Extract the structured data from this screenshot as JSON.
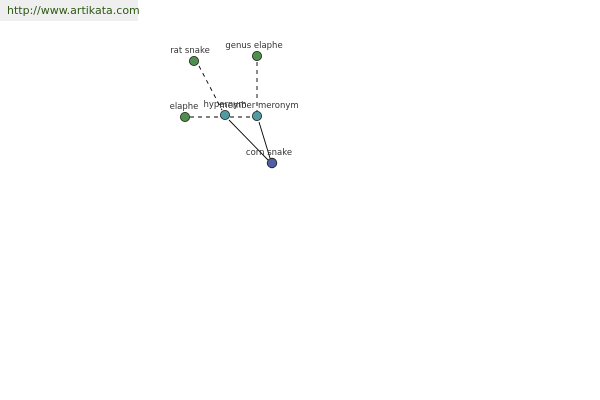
{
  "header": {
    "url": "http://www.artikata.com"
  },
  "graph": {
    "colors": {
      "leaf_node": "#4e8f4e",
      "relation_node": "#4f9aa3",
      "center_node": "#4f5fa3"
    },
    "nodes": {
      "rat_snake": {
        "label": "rat snake",
        "kind": "leaf",
        "icon": "node-dot"
      },
      "genus_elaphe": {
        "label": "genus elaphe",
        "kind": "leaf",
        "icon": "node-dot"
      },
      "elaphe": {
        "label": "elaphe",
        "kind": "leaf",
        "icon": "node-dot"
      },
      "hypernym": {
        "label": "hypernym",
        "kind": "relation",
        "icon": "node-dot"
      },
      "member_meronym": {
        "label": "member meronym",
        "kind": "relation",
        "icon": "node-dot"
      },
      "corn_snake": {
        "label": "corn snake",
        "kind": "center",
        "icon": "node-dot"
      }
    },
    "edges": [
      {
        "from": "rat_snake",
        "to": "hypernym",
        "style": "dashed"
      },
      {
        "from": "elaphe",
        "to": "member_meronym",
        "style": "dashed"
      },
      {
        "from": "genus_elaphe",
        "to": "member_meronym",
        "style": "dashed"
      },
      {
        "from": "hypernym",
        "to": "corn_snake",
        "style": "solid"
      },
      {
        "from": "member_meronym",
        "to": "corn_snake",
        "style": "solid"
      }
    ]
  }
}
